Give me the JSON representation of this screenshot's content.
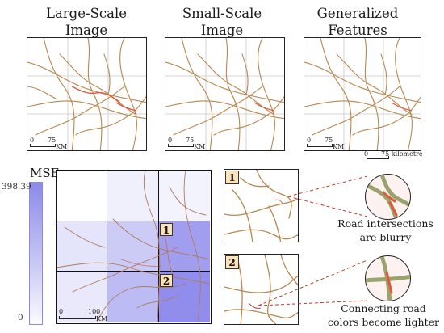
{
  "titles": {
    "large_scale": "Large-Scale\nImage",
    "small_scale": "Small-Scale\nImage",
    "generalized": "Generalized\nFeatures"
  },
  "scalebars": {
    "map_zero": "0",
    "map_value": "75",
    "map_unit": "KM",
    "separate_zero": "0",
    "separate_value": "75 kilometre",
    "grid_zero": "0",
    "grid_value": "100",
    "grid_unit": "KM"
  },
  "legend": {
    "label": "MSE",
    "max": "398.39",
    "min": "0"
  },
  "grid": {
    "cells": [
      [
        0.0,
        0.12,
        0.1
      ],
      [
        0.22,
        0.42,
        0.78
      ],
      [
        0.18,
        0.55,
        0.92
      ]
    ],
    "color_low": "#ffffff",
    "color_high": "#8683ea"
  },
  "badges": {
    "one": "1",
    "two": "2"
  },
  "captions": {
    "one": "Road intersections\nare blurry",
    "two": "Connecting road\ncolors become lighter"
  },
  "colors": {
    "road": "#b8874e",
    "road_highlight": "#e0563a",
    "callout": "#c0392b"
  }
}
